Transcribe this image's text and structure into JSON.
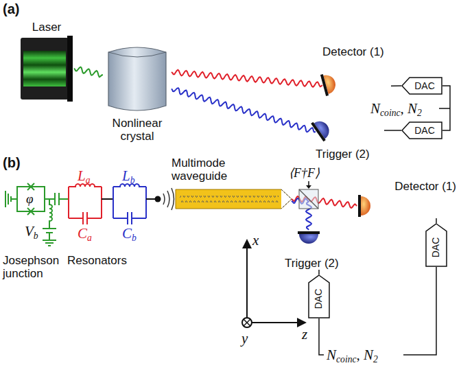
{
  "diagram": {
    "nodes": [
      {
        "text": [
          "Laser"
        ]
      },
      {
        "text": [
          "Nonlinear crystal"
        ]
      },
      {
        "text": [
          "Detector (1)"
        ]
      },
      {
        "text": [
          "Trigger (2)"
        ]
      },
      {
        "text": [
          "DAC"
        ]
      },
      {
        "text": [
          "DAC"
        ]
      },
      {
        "text": [
          "Multimode waveguide"
        ]
      },
      {
        "text": [
          "Detector (1)"
        ]
      },
      {
        "text": [
          "Trigger (2)"
        ]
      },
      {
        "text": [
          "DAC"
        ]
      },
      {
        "text": [
          "DAC"
        ]
      }
    ],
    "edges": [
      {
        "from": 0,
        "to": 1,
        "arrow": "none"
      },
      {
        "from": 1,
        "to": 2,
        "arrow": "none"
      },
      {
        "from": 1,
        "to": 3,
        "arrow": "none"
      },
      {
        "from": 2,
        "to": 4,
        "arrow": "none"
      },
      {
        "from": 3,
        "to": 5,
        "arrow": "none"
      },
      {
        "from": 6,
        "to": 7,
        "arrow": "none"
      },
      {
        "from": 6,
        "to": 8,
        "arrow": "none"
      },
      {
        "from": 7,
        "to": 9,
        "arrow": "none"
      },
      {
        "from": 8,
        "to": 10,
        "arrow": "none"
      }
    ],
    "labels": [
      "(a)",
      "Ncoinc, N2",
      "(b)",
      "φ",
      "Vb",
      "Josephson junction",
      "La",
      "Ca",
      "Lb",
      "Cb",
      "Resonators",
      "⟨F†F⟩",
      "x",
      "y",
      "z",
      "Ncoinc, N2"
    ]
  }
}
